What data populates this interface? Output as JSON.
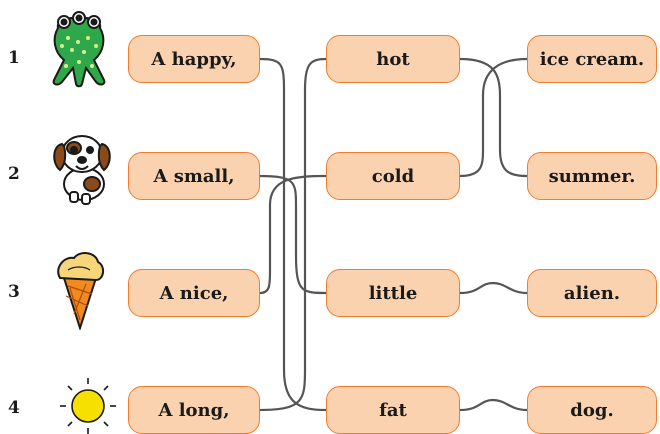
{
  "numbers": [
    "1",
    "2",
    "3",
    "4"
  ],
  "pictures": [
    "alien-icon",
    "dog-icon",
    "ice-cream-icon",
    "sun-icon"
  ],
  "column1": [
    "A happy,",
    "A small,",
    "A nice,",
    "A long,"
  ],
  "column2": [
    "hot",
    "cold",
    "little",
    "fat"
  ],
  "column3": [
    "ice cream.",
    "summer.",
    "alien.",
    "dog."
  ],
  "colors": {
    "pill_fill": "#fbd2b0",
    "pill_border": "#f07d2e",
    "line": "#555555"
  }
}
